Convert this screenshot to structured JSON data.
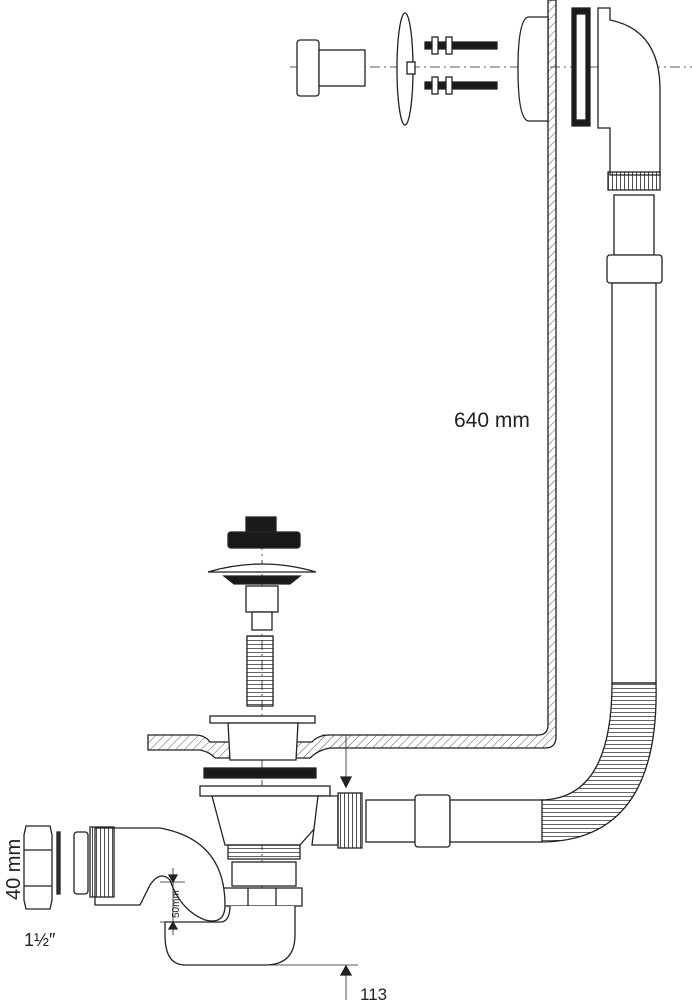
{
  "diagram": {
    "labels": {
      "overflow_height": "640 mm",
      "pipe_diameter": "40 mm",
      "thread_size": "1½″",
      "water_seal": "50mm",
      "trap_height": "113"
    },
    "colors": {
      "line": "#222222",
      "fill": "#ffffff",
      "dark": "#1a1a1a",
      "hatch": "#555555"
    }
  }
}
